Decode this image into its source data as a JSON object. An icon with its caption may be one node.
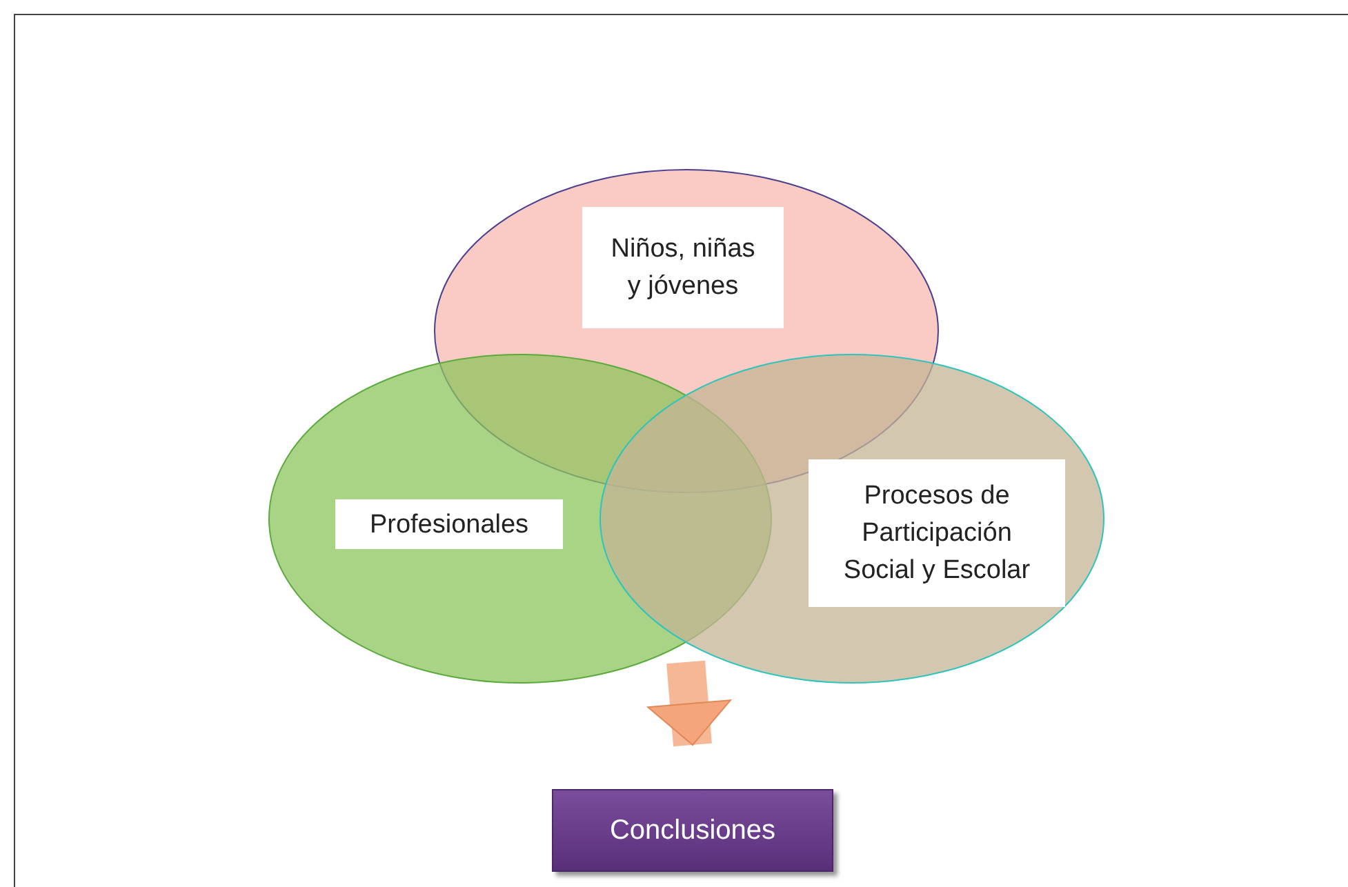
{
  "diagram": {
    "nodes": [
      {
        "text": [
          "Niños, niñas y jóvenes"
        ]
      },
      {
        "text": [
          "Profesionales"
        ]
      },
      {
        "text": [
          "Procesos de Participación Social y Escolar"
        ]
      },
      {
        "text": [
          "Conclusiones"
        ]
      }
    ],
    "edges": [
      {
        "from": null,
        "to": 3,
        "arrow": "to"
      }
    ]
  }
}
